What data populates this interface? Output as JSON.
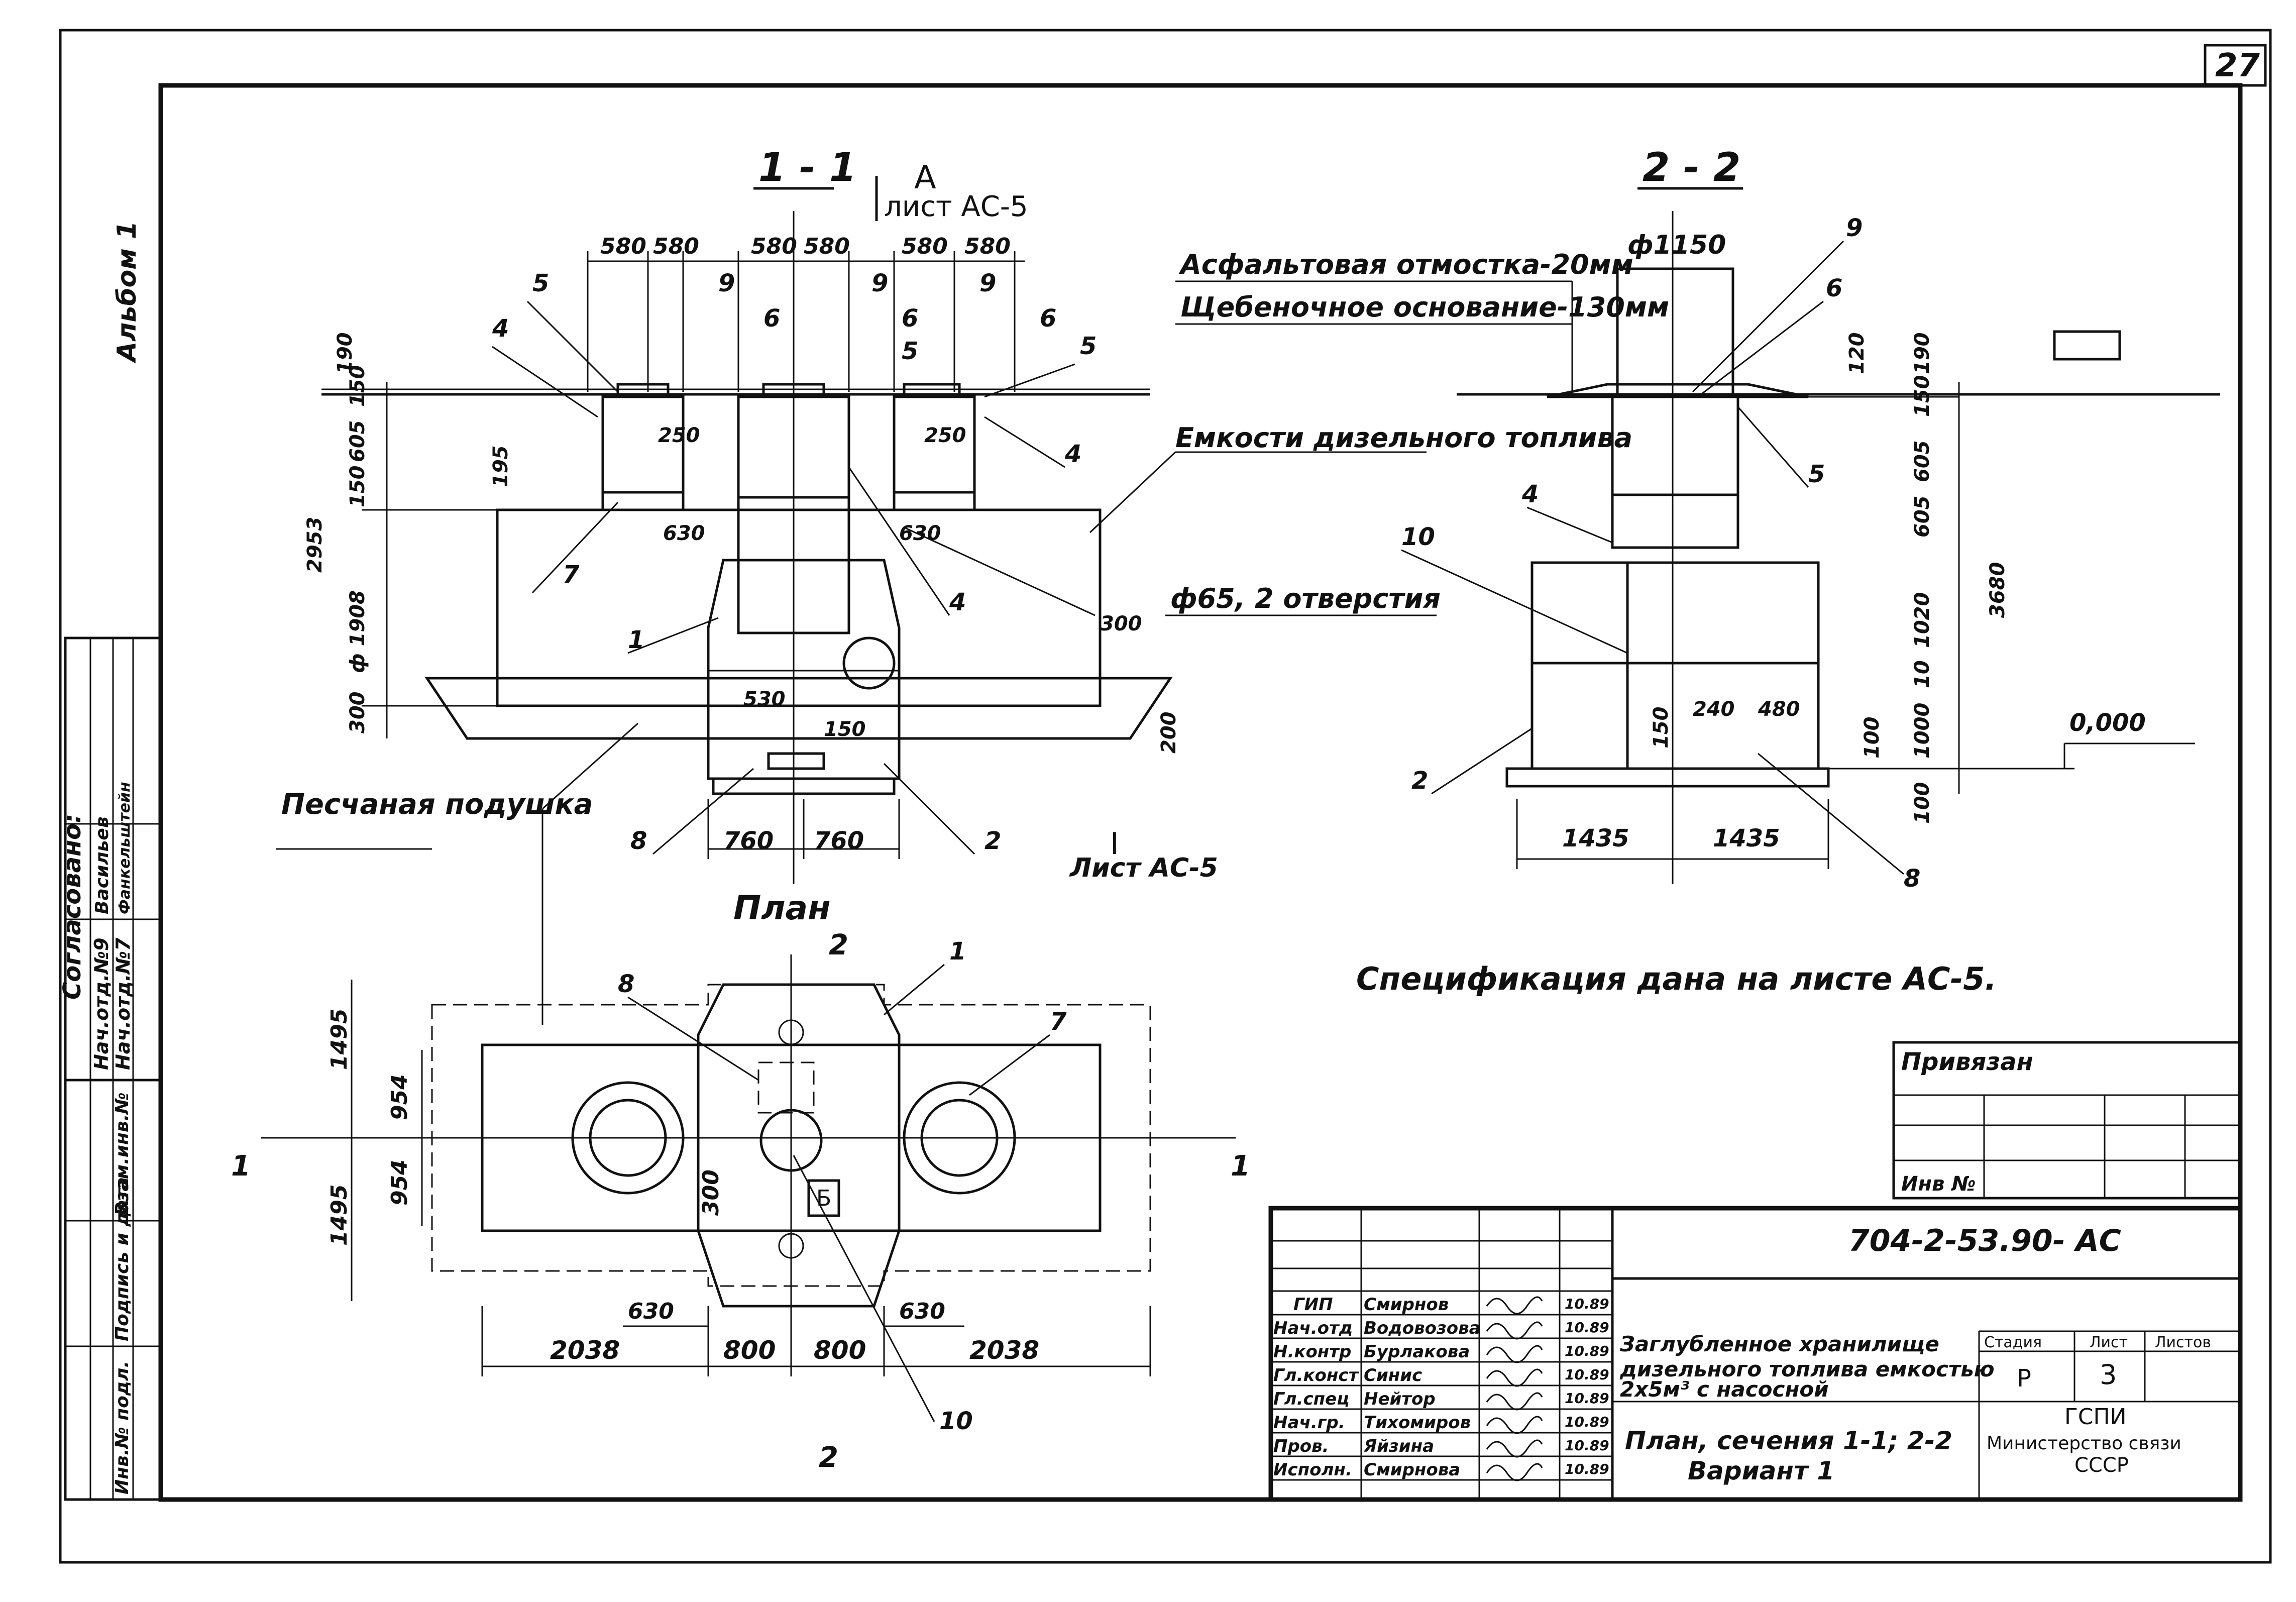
{
  "sheet": {
    "number": "27",
    "album": "Альбом 1"
  },
  "left_strip": {
    "approved_title": "Согласовано:",
    "rows": [
      {
        "dept": "Нач.отд.№9",
        "name": "Васильев"
      },
      {
        "dept": "Нач.отд.№7",
        "name": "Фанкельштейн"
      }
    ],
    "inv_labels": [
      "Инв.№ подл.",
      "Подпись и дата",
      "Взам.инв.№"
    ]
  },
  "section_1_1": {
    "title": "1 - 1",
    "view_arrow": "А",
    "view_sheet": "лист АС-5",
    "top_dims": [
      "580",
      "580",
      "580",
      "580",
      "580",
      "580"
    ],
    "side_dims": [
      "190",
      "150",
      "605",
      "150",
      "195",
      "2953",
      "ф 1908",
      "300"
    ],
    "inner_dims": [
      "250",
      "250",
      "630",
      "630",
      "530",
      "150",
      "300",
      "200"
    ],
    "bottom_dims": [
      "760",
      "760"
    ],
    "markers": [
      "5",
      "4",
      "9",
      "6",
      "6",
      "9",
      "5",
      "6",
      "9",
      "5",
      "4",
      "7",
      "1",
      "4",
      "8",
      "2"
    ],
    "label_tank": "Емкости дизельного топлива",
    "label_holes": "ф65, 2 отверстия",
    "label_sand": "Песчаная подушка",
    "cut_label": "I",
    "cut_sheet": "Лист АС-5"
  },
  "section_2_2": {
    "title": "2 - 2",
    "label_asphalt": "Асфальтовая отмостка-20мм",
    "label_gravel": "Щебеночное основание-130мм",
    "diameter": "ф1150",
    "side_dims": [
      "190",
      "120",
      "150",
      "605",
      "605",
      "1020",
      "10",
      "1000",
      "100",
      "100",
      "3680",
      "150",
      "240",
      "480"
    ],
    "bottom_dims": [
      "1435",
      "1435"
    ],
    "level": "0,000",
    "markers": [
      "9",
      "6",
      "4",
      "5",
      "10",
      "2",
      "8"
    ]
  },
  "plan": {
    "title": "План",
    "side_dims": [
      "1495",
      "954",
      "954",
      "1495",
      "300"
    ],
    "bottom_dims": [
      "2038",
      "800",
      "800",
      "2038"
    ],
    "small_dims": [
      "630",
      "630"
    ],
    "box_label": "Б",
    "cut_marks": [
      "1",
      "1",
      "2",
      "2"
    ],
    "markers": [
      "8",
      "1",
      "7",
      "10"
    ]
  },
  "spec_note": "Спецификация дана на листе АС-5.",
  "privyazan": {
    "title": "Привязан",
    "inv": "Инв №"
  },
  "title_block": {
    "code": "704-2-53.90- АС",
    "staff": [
      {
        "role": "ГИП",
        "name": "Смирнов",
        "date": "10.89"
      },
      {
        "role": "Нач.отд",
        "name": "Водовозова",
        "date": "10.89"
      },
      {
        "role": "Н.контр",
        "name": "Бурлакова",
        "date": "10.89"
      },
      {
        "role": "Гл.конст",
        "name": "Синис",
        "date": "10.89"
      },
      {
        "role": "Гл.спец",
        "name": "Нейтор",
        "date": "10.89"
      },
      {
        "role": "Нач.гр.",
        "name": "Тихомиров",
        "date": "10.89"
      },
      {
        "role": "Пров.",
        "name": "Яйзина",
        "date": "10.89"
      },
      {
        "role": "Исполн.",
        "name": "Смирнова",
        "date": "10.89"
      }
    ],
    "object_line1": "Заглубленное хранилище",
    "object_line2": "дизельного топлива емкостью",
    "object_line3": "2х5м³ с насосной",
    "sheet_title_1": "План, сечения 1-1; 2-2",
    "sheet_title_2": "Вариант 1",
    "stage_header": "Стадия",
    "sheet_header": "Лист",
    "sheets_header": "Листов",
    "stage": "Р",
    "sheet": "3",
    "org_1": "ГСПИ",
    "org_2": "Министерство связи",
    "org_3": "СССР"
  }
}
